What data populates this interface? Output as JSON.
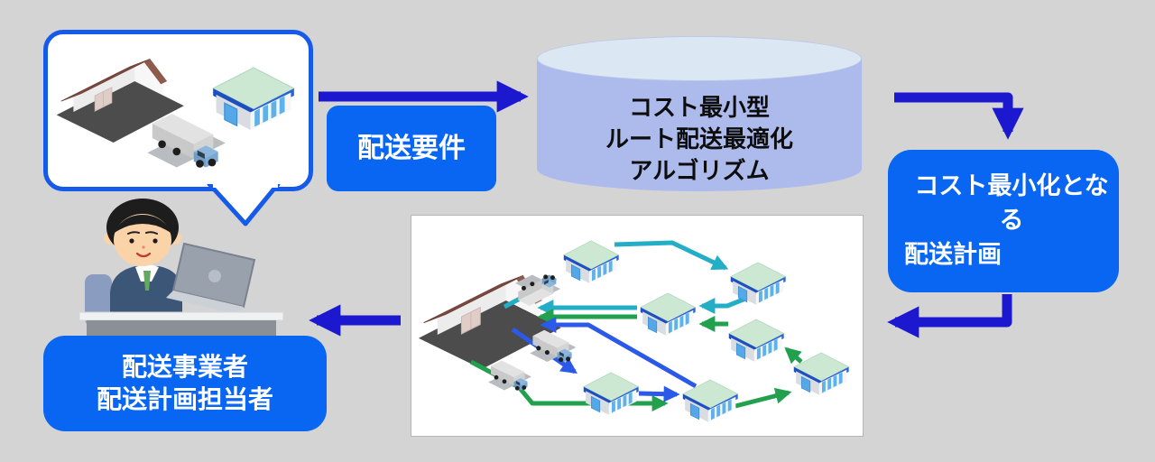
{
  "labels": {
    "requirement": "配送要件",
    "cylinder": [
      "コスト最小型",
      "ルート配送最適化",
      "アルゴリズム"
    ],
    "result": [
      "コスト最小化となる",
      "配送計画"
    ],
    "operator": [
      "配送事業者",
      "配送計画担当者"
    ]
  },
  "palette": {
    "background": "#d4d4d4",
    "label_box_blue": "#0866f2",
    "flow_arrow_blue": "#1c18cf",
    "bubble_border_blue": "#155ae8",
    "cylinder_body": "#adbbec",
    "cylinder_top": "#dbe8f4",
    "route_teal": "#23aec6",
    "route_green": "#21a14e",
    "route_blue": "#2b59e8"
  },
  "network_panel": {
    "store_count": 7,
    "truck_count": 3,
    "warehouse_count": 1,
    "route_colors": [
      "#23aec6",
      "#21a14e",
      "#2b59e8"
    ]
  }
}
